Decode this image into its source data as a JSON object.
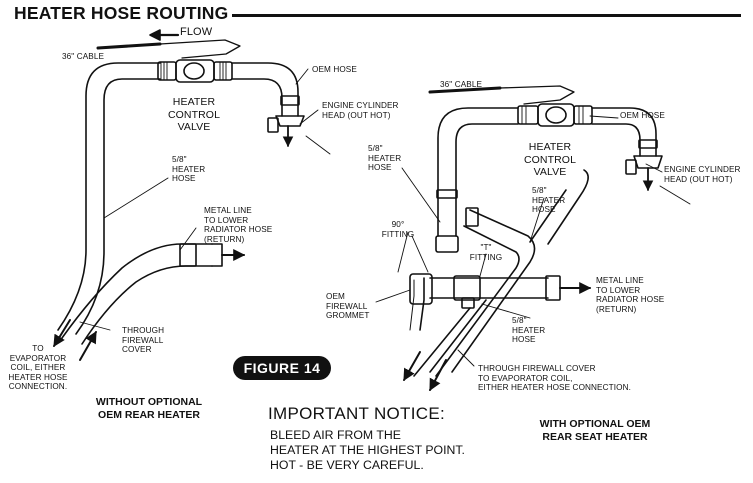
{
  "header": {
    "title": "HEATER HOSE ROUTING"
  },
  "left_diagram": {
    "flow": "FLOW",
    "cable": "36\" CABLE",
    "valve": "HEATER\nCONTROL\nVALVE",
    "oem_hose": "OEM HOSE",
    "engine_head": "ENGINE CYLINDER\nHEAD (OUT HOT)",
    "heater_hose": "5/8\"\nHEATER\nHOSE",
    "metal_line": "METAL LINE\nTO LOWER\nRADIATOR HOSE\n(RETURN)",
    "evaporator": "TO\nEVAPORATOR\nCOIL, EITHER\nHEATER HOSE\nCONNECTION.",
    "firewall": "THROUGH\nFIREWALL\nCOVER",
    "caption": "WITHOUT OPTIONAL\nOEM REAR HEATER"
  },
  "figure_label": "FIGURE 14",
  "notice": {
    "title": "IMPORTANT NOTICE:",
    "lines": [
      "BLEED AIR FROM THE",
      "HEATER AT THE HIGHEST POINT.",
      "HOT - BE VERY CAREFUL."
    ]
  },
  "right_diagram": {
    "cable": "36\" CABLE",
    "oem_hose": "OEM HOSE",
    "valve": "HEATER\nCONTROL\nVALVE",
    "engine_head": "ENGINE CYLINDER\nHEAD (OUT HOT)",
    "heater_hose_upper": "5/8\"\nHEATER\nHOSE",
    "heater_hose_mid": "5/8\"\nHEATER\nHOSE",
    "fitting_90": "90°\nFITTING",
    "fitting_t": "\"T\"\nFITTING",
    "grommet": "OEM\nFIREWALL\nGROMMET",
    "metal_line": "METAL LINE\nTO LOWER\nRADIATOR HOSE\n(RETURN)",
    "heater_hose_lower": "5/8\"\nHEATER\nHOSE",
    "firewall": "THROUGH FIREWALL COVER\nTO EVAPORATOR COIL,\nEITHER HEATER HOSE CONNECTION.",
    "caption": "WITH OPTIONAL OEM\nREAR SEAT HEATER"
  }
}
